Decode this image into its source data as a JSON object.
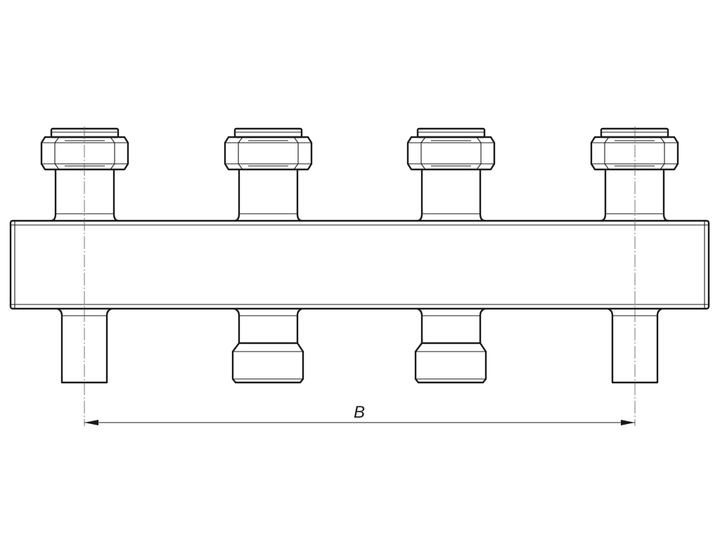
{
  "drawing": {
    "subject": "manifold",
    "top_fittings": [
      "compression-nut",
      "compression-nut",
      "compression-nut",
      "compression-nut"
    ],
    "bottom_fittings": [
      "plain-spigot",
      "threaded-socket",
      "threaded-socket",
      "plain-spigot"
    ],
    "dimension": {
      "label": "B"
    }
  }
}
